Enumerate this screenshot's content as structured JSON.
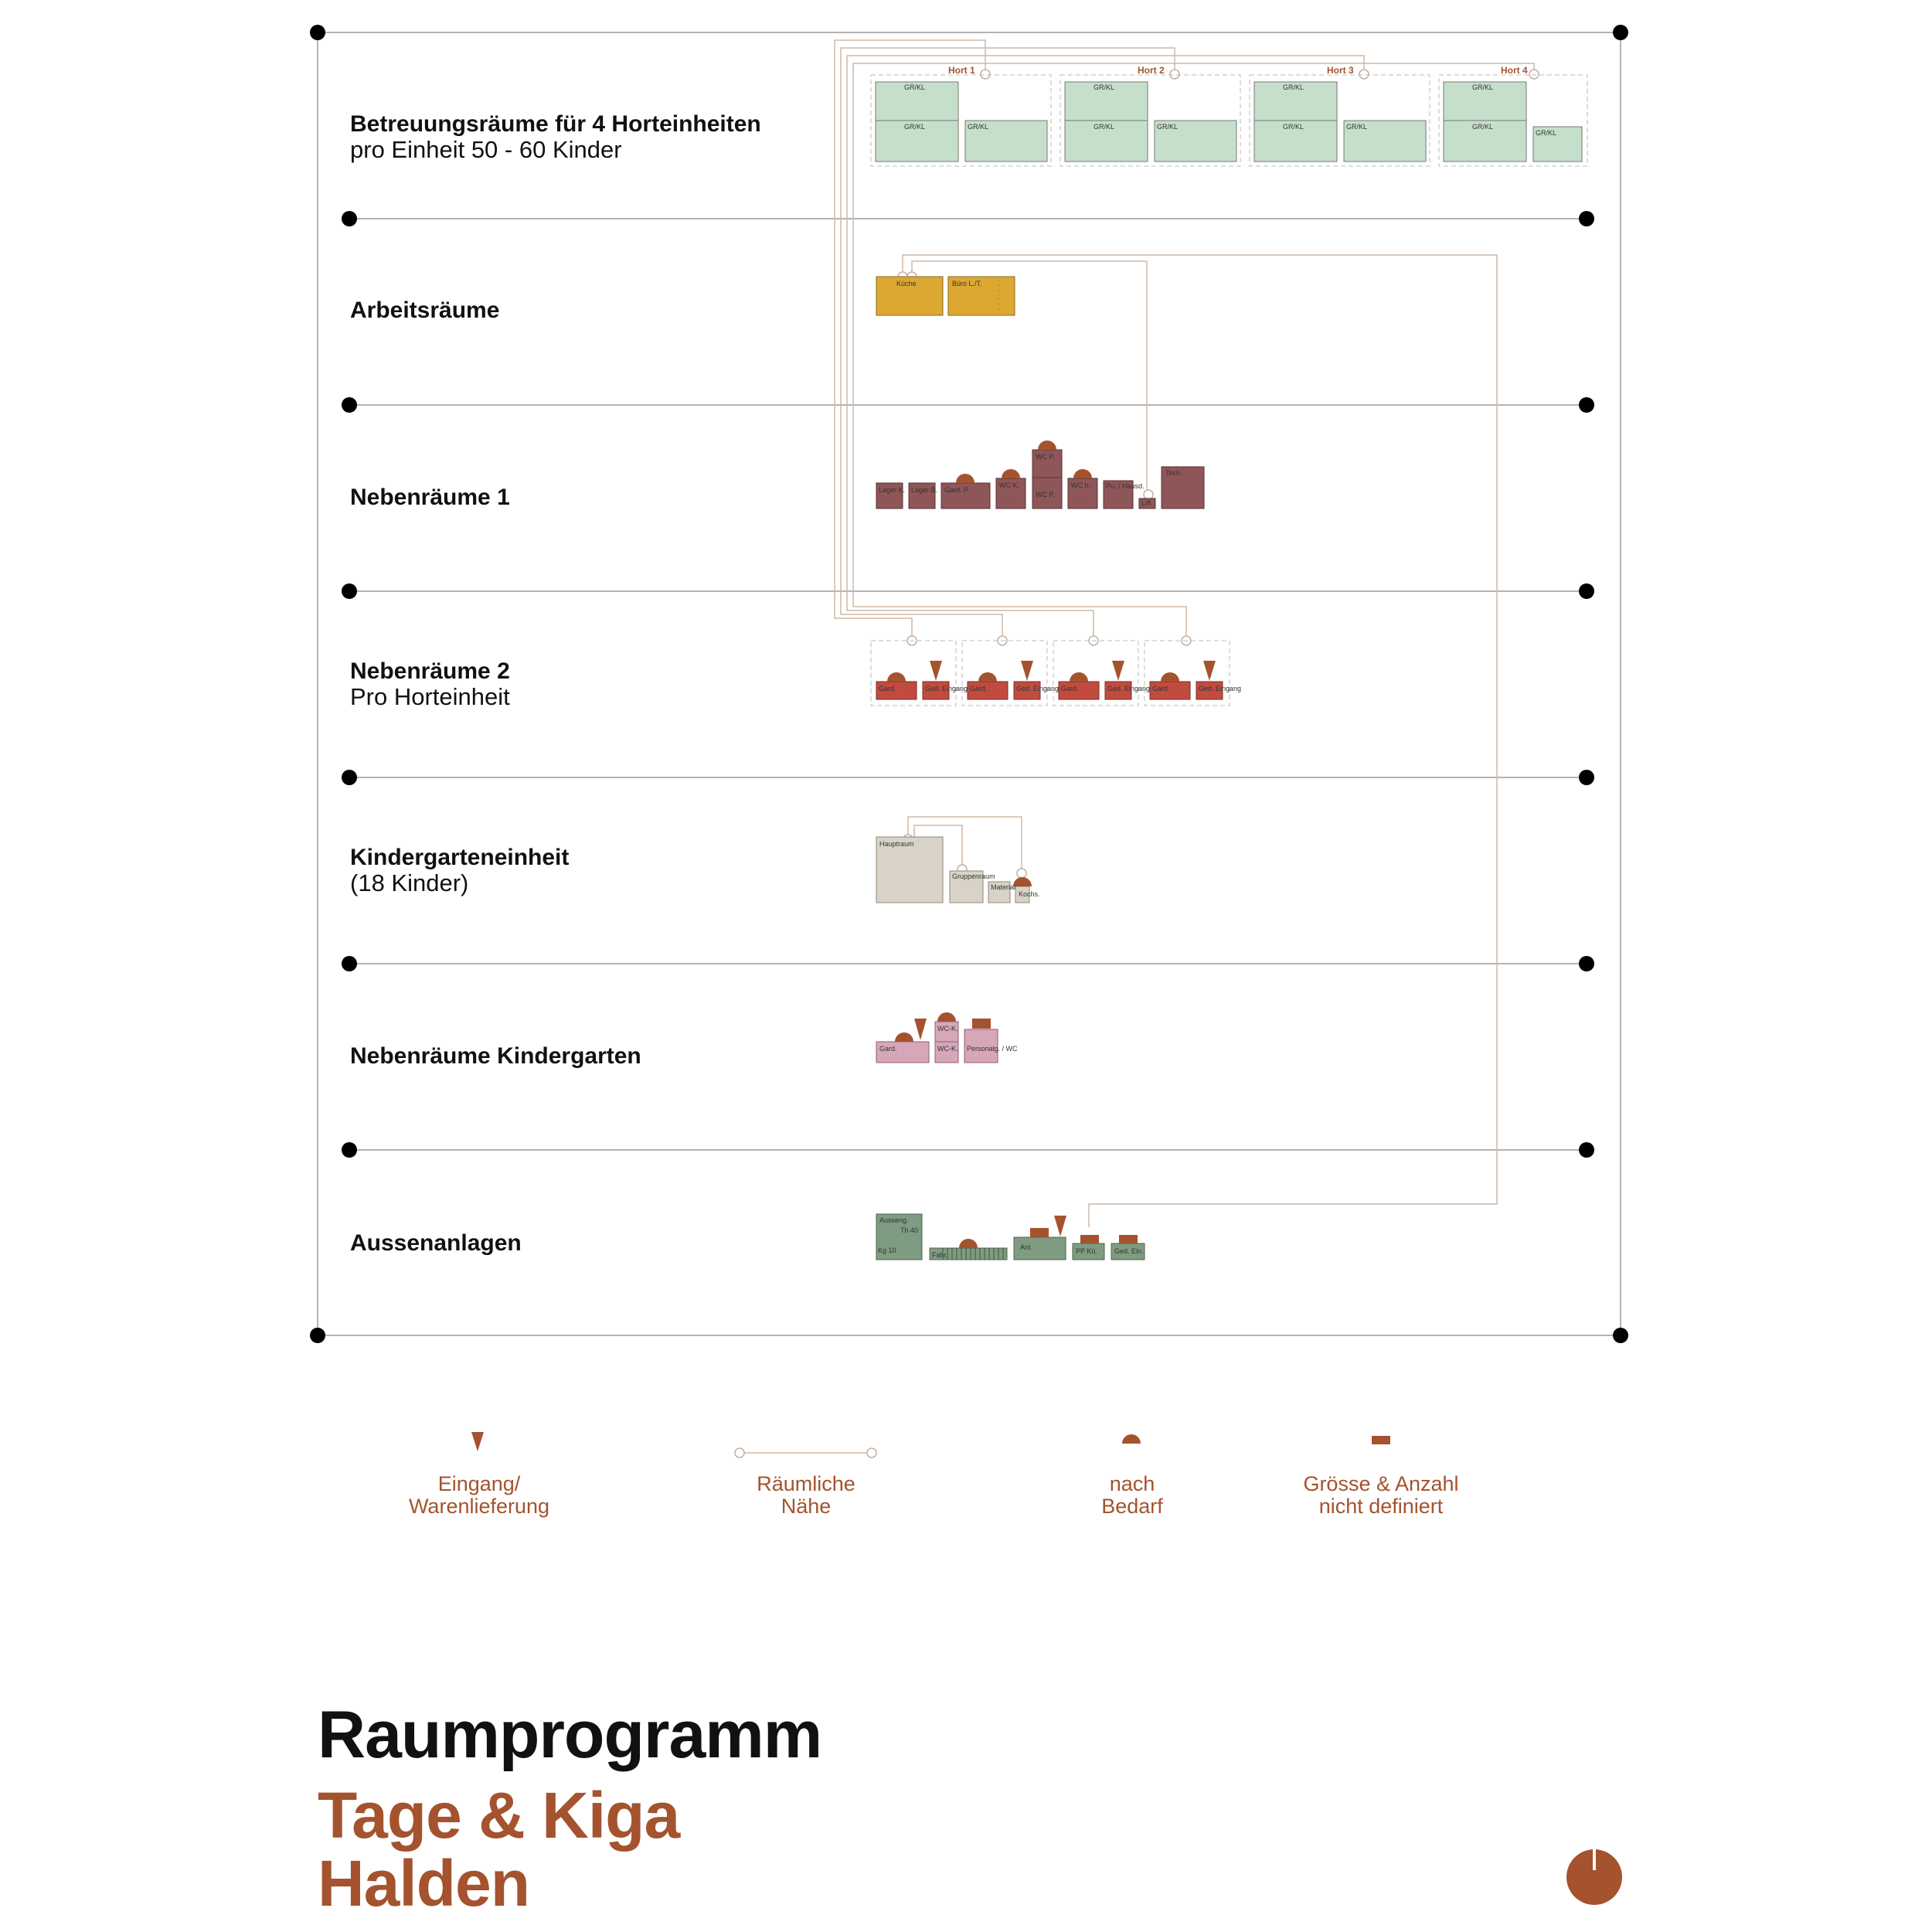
{
  "categories": [
    {
      "title": "Betreuungsräume für 4 Horteinheiten",
      "subtitle": "pro Einheit 50 - 60 Kinder"
    },
    {
      "title": "Arbeitsräume",
      "subtitle": ""
    },
    {
      "title": "Nebenräume 1",
      "subtitle": ""
    },
    {
      "title": "Nebenräume 2",
      "subtitle": "Pro Horteinheit"
    },
    {
      "title": "Kindergarteneinheit",
      "subtitle": "(18 Kinder)"
    },
    {
      "title": "Nebenräume Kindergarten",
      "subtitle": ""
    },
    {
      "title": "Aussenanlagen",
      "subtitle": ""
    }
  ],
  "hort_units": [
    "Hort 1",
    "Hort 2",
    "Hort 3",
    "Hort 4"
  ],
  "room_labels": {
    "gr_kl": "GR/KL",
    "kueche": "Küche",
    "buero": "Büro L./T.",
    "lager_k": "Lager K.",
    "lager_b": "Lager B.",
    "gard_p": "Gard. P.",
    "wc_k": "WC K.",
    "wc_p": "WC P.",
    "wc_h": "WC h.",
    "pu_hausd": "Pu. / Hausd.",
    "lift": "Lift",
    "tech": "Tech.",
    "gard": "Gard.",
    "ged_eingang": "Ged. Eingang",
    "hauptraum": "Hauptraum",
    "gruppenraum": "Gruppenraum",
    "material": "Material",
    "kochs": "Kochs.",
    "wc_kiga": "WC-K.",
    "personal_wc": "Personalg. / WC",
    "aussen": "Ausseng.",
    "aussen_a": "Th 40",
    "aussen_b": "Kg 10",
    "fahr": "Fahr.",
    "anl": "Anl.",
    "pp_ko": "PP Kü.",
    "ged_ein": "Ged. Ein."
  },
  "legend": [
    {
      "icon": "entrance-triangle-icon",
      "line1": "Eingang/",
      "line2": "Warenlieferung"
    },
    {
      "icon": "proximity-line-icon",
      "line1": "Räumliche",
      "line2": "Nähe"
    },
    {
      "icon": "half-circle-icon",
      "line1": "nach",
      "line2": "Bedarf"
    },
    {
      "icon": "small-bar-icon",
      "line1": "Grösse & Anzahl",
      "line2": "nicht definiert"
    }
  ],
  "title": "Raumprogramm",
  "subtitle_lines": [
    "Tage & Kiga",
    "Halden"
  ],
  "colors": {
    "accent": "#a4532e",
    "hort_green": "#c6dfca",
    "work_ochre": "#dca832",
    "neben1_maroon": "#8e5658",
    "neben2_red": "#c24b3f",
    "kiga_beige": "#d8d3c6",
    "kiga_pink": "#d7a6b9",
    "aussen_green": "#7f9b81"
  }
}
